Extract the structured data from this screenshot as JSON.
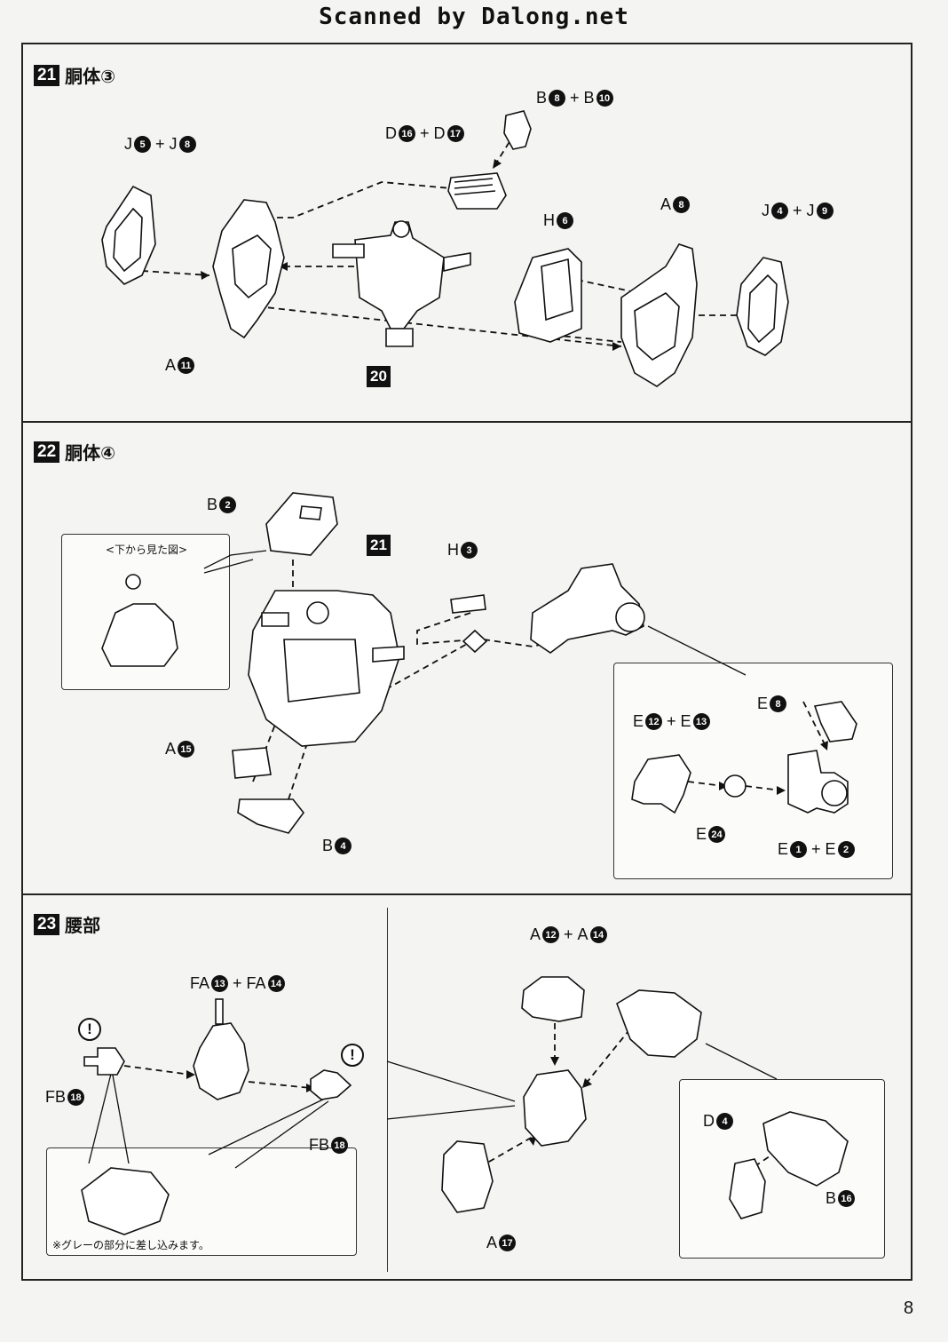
{
  "watermark": "Scanned by Dalong.net",
  "steps": [
    {
      "number": "21",
      "title": "胴体③",
      "labels": {
        "j5j8": {
          "a": "J",
          "an": "5",
          "b": "J",
          "bn": "8"
        },
        "d16d17": {
          "a": "D",
          "an": "16",
          "b": "D",
          "bn": "17"
        },
        "b8b10": {
          "a": "B",
          "an": "8",
          "b": "B",
          "bn": "10"
        },
        "h6": {
          "a": "H",
          "an": "6"
        },
        "a8": {
          "a": "A",
          "an": "8"
        },
        "j4j9": {
          "a": "J",
          "an": "4",
          "b": "J",
          "bn": "9"
        },
        "a11": {
          "a": "A",
          "an": "11"
        },
        "ref": "20"
      }
    },
    {
      "number": "22",
      "title": "胴体④",
      "labels": {
        "b2": {
          "a": "B",
          "an": "2"
        },
        "ref": "21",
        "h3": {
          "a": "H",
          "an": "3"
        },
        "a15": {
          "a": "A",
          "an": "15"
        },
        "b4": {
          "a": "B",
          "an": "4"
        },
        "e12e13": {
          "a": "E",
          "an": "12",
          "b": "E",
          "bn": "13"
        },
        "e8": {
          "a": "E",
          "an": "8"
        },
        "e24": {
          "a": "E",
          "an": "24"
        },
        "e1e2": {
          "a": "E",
          "an": "1",
          "b": "E",
          "bn": "2"
        },
        "inset_caption": "<下から見た図>"
      }
    },
    {
      "number": "23",
      "title": "腰部",
      "labels": {
        "fa13fa14": {
          "a": "FA",
          "an": "13",
          "b": "FA",
          "bn": "14"
        },
        "fb18_left": {
          "a": "FB",
          "an": "18"
        },
        "fb18_right": {
          "a": "FB",
          "an": "18"
        },
        "a12a14": {
          "a": "A",
          "an": "12",
          "b": "A",
          "bn": "14"
        },
        "a17": {
          "a": "A",
          "an": "17"
        },
        "d4": {
          "a": "D",
          "an": "4"
        },
        "b16": {
          "a": "B",
          "an": "16"
        },
        "warning_symbol": "!",
        "note": "※グレーの部分に差し込みます。"
      }
    }
  ],
  "page_number": "8"
}
